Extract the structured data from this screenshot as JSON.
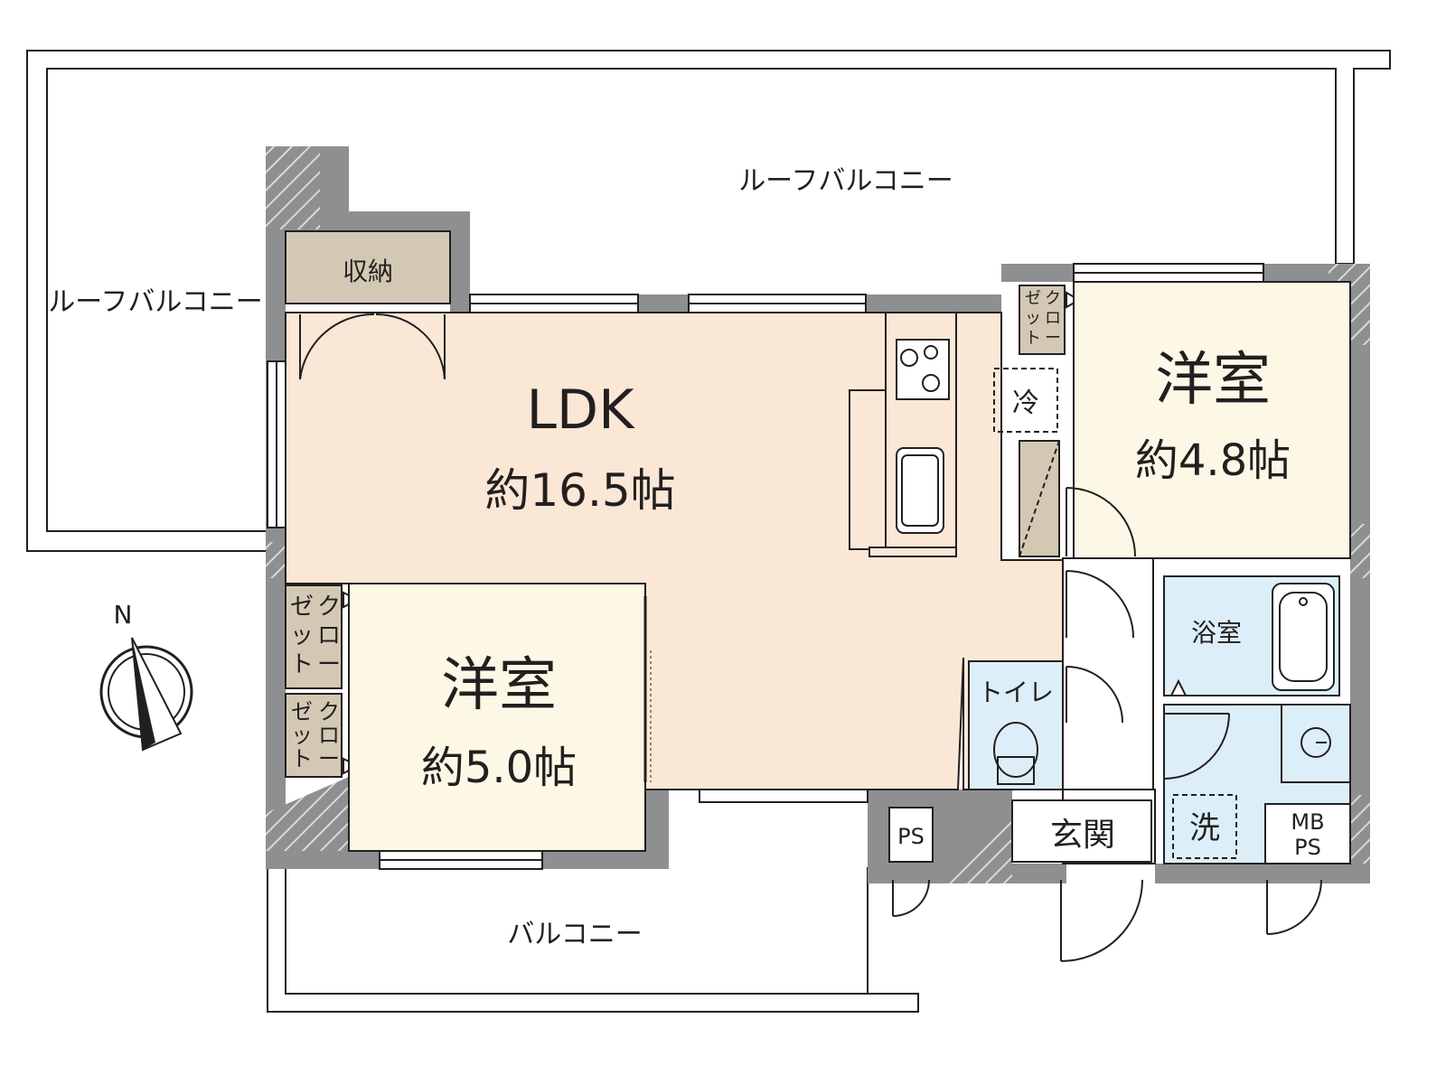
{
  "colors": {
    "wall": "#8e8f91",
    "ldk_floor": "#fbe7d6",
    "room_floor": "#fdf8e6",
    "storage": "#d3c8b3",
    "wet_area": "#dceff8",
    "line": "#231f20"
  },
  "labels": {
    "roof_balcony_top": "ルーフバルコニー",
    "roof_balcony_left": "ルーフバルコニー",
    "storage": "収納",
    "ldk_name": "LDK",
    "ldk_size": "約16.5帖",
    "room_ne_name": "洋室",
    "room_ne_size": "約4.8帖",
    "room_sw_name": "洋室",
    "room_sw_size": "約5.0帖",
    "closet_ne": [
      "ク",
      "ロ",
      "ー",
      "ゼ",
      "ッ",
      "ト"
    ],
    "closet_sw_upper": [
      "ク",
      "ロ",
      "ー",
      "ゼ",
      "ッ",
      "ト"
    ],
    "closet_sw_lower": [
      "ク",
      "ロ",
      "ー",
      "ゼ",
      "ッ",
      "ト"
    ],
    "fridge": "冷",
    "toilet": "トイレ",
    "bath": "浴室",
    "washer": "洗",
    "entrance": "玄関",
    "ps": "PS",
    "mbps_line1": "MB",
    "mbps_line2": "PS",
    "balcony": "バルコニー",
    "north": "N"
  }
}
